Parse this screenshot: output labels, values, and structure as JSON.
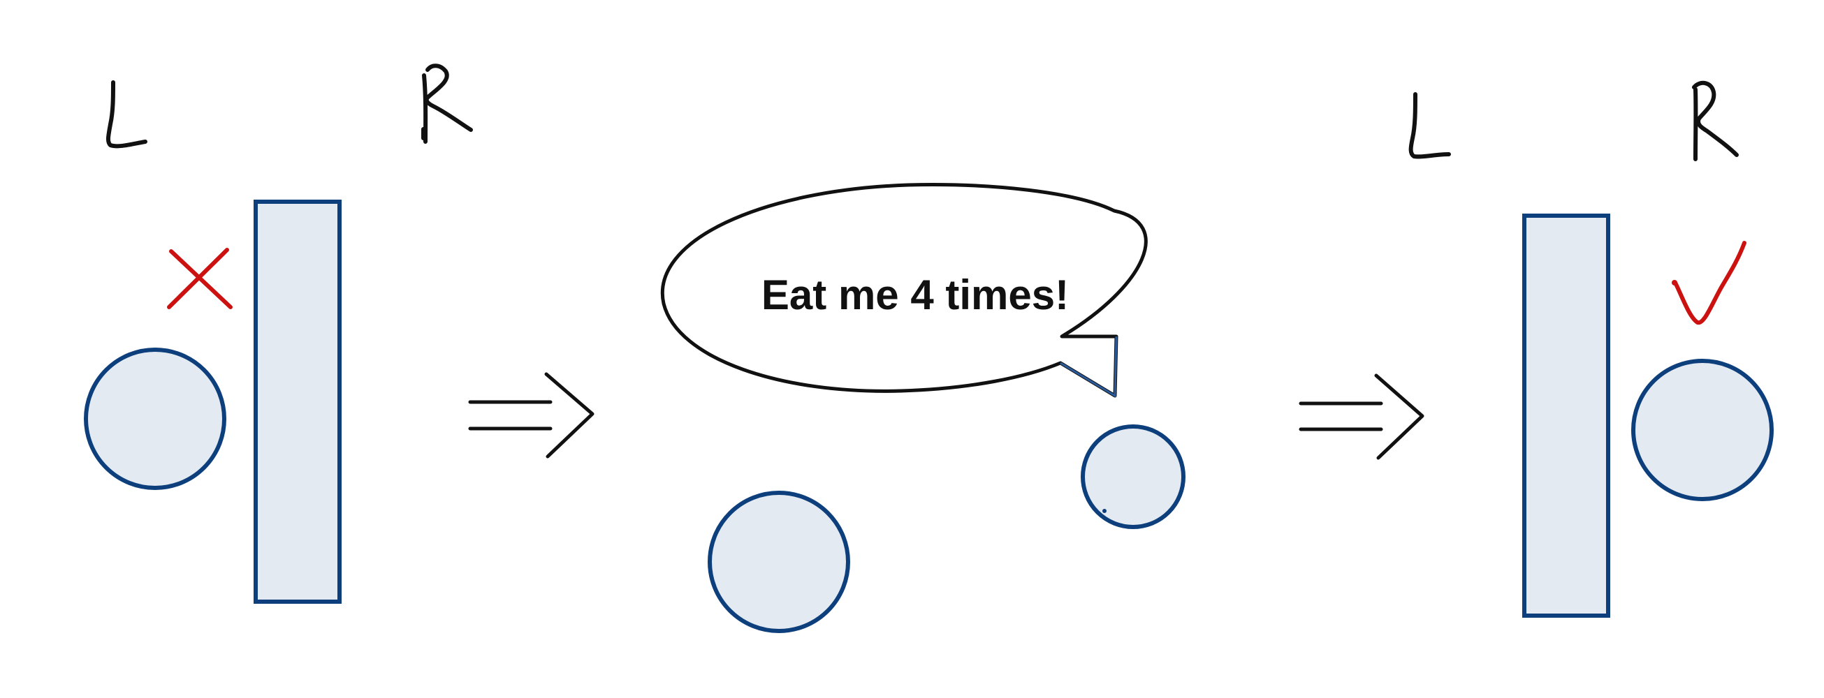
{
  "panels": {
    "before": {
      "label_left": "L",
      "label_right": "R",
      "mark": "cross"
    },
    "middle": {
      "speech_bubble": "Eat me 4 times!"
    },
    "after": {
      "label_left": "L",
      "label_right": "R",
      "mark": "checkmark"
    }
  },
  "colors": {
    "shape_fill": "#e4eaf2",
    "shape_stroke": "#0d3f7c",
    "mark_red": "#cc1111",
    "ink": "#111111"
  }
}
